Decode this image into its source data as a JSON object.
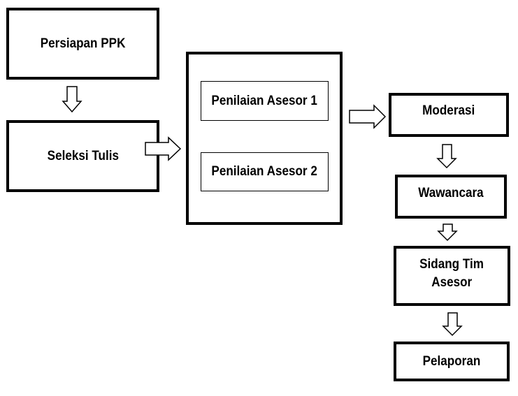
{
  "diagram": {
    "nodes": {
      "persiapan": "Persiapan PPK",
      "seleksi": "Seleksi Tulis",
      "asesor1": "Penilaian Asesor 1",
      "asesor2": "Penilaian Asesor 2",
      "moderasi": "Moderasi",
      "wawancara": "Wawancara",
      "sidang_line1": "Sidang Tim",
      "sidang_line2": "Asesor",
      "pelaporan": "Pelaporan"
    },
    "edges": [
      [
        "Persiapan PPK",
        "Seleksi Tulis"
      ],
      [
        "Seleksi Tulis",
        "Penilaian Asesor"
      ],
      [
        "Penilaian Asesor",
        "Moderasi"
      ],
      [
        "Moderasi",
        "Wawancara"
      ],
      [
        "Wawancara",
        "Sidang Tim Asesor"
      ],
      [
        "Sidang Tim Asesor",
        "Pelaporan"
      ]
    ]
  }
}
